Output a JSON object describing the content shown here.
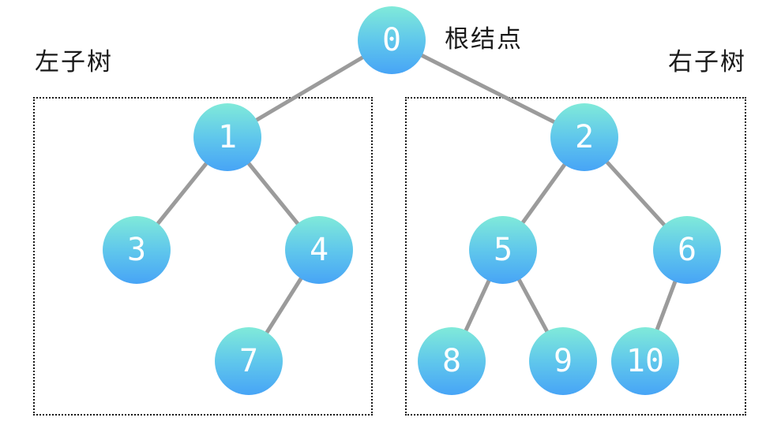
{
  "diagram": {
    "root_annotation": "根结点",
    "left_subtree_label": "左子树",
    "right_subtree_label": "右子树",
    "nodes": [
      {
        "label": "0"
      },
      {
        "label": "1"
      },
      {
        "label": "2"
      },
      {
        "label": "3"
      },
      {
        "label": "4"
      },
      {
        "label": "5"
      },
      {
        "label": "6"
      },
      {
        "label": "7"
      },
      {
        "label": "8"
      },
      {
        "label": "9"
      },
      {
        "label": "10"
      }
    ],
    "edges": [
      [
        "0",
        "1"
      ],
      [
        "0",
        "2"
      ],
      [
        "1",
        "3"
      ],
      [
        "1",
        "4"
      ],
      [
        "4",
        "7"
      ],
      [
        "2",
        "5"
      ],
      [
        "2",
        "6"
      ],
      [
        "5",
        "8"
      ],
      [
        "5",
        "9"
      ],
      [
        "6",
        "10"
      ]
    ],
    "left_subtree_nodes": [
      "1",
      "3",
      "4",
      "7"
    ],
    "right_subtree_nodes": [
      "2",
      "5",
      "6",
      "8",
      "9",
      "10"
    ],
    "colors": {
      "node_gradient_top": "#80ead9",
      "node_gradient_bottom": "#47a4f6",
      "node_text": "#ffffff",
      "edge": "#9b9b9b",
      "box_border": "#1a1a1a",
      "label_text": "#1a1a1a"
    }
  }
}
